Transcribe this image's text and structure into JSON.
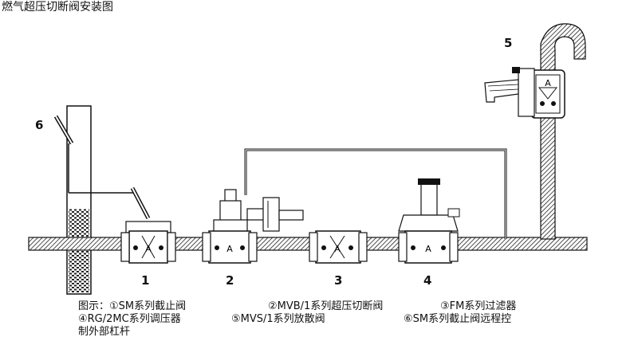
{
  "title": "燃气超压切断阀安装图",
  "labels": {
    "n1": "1",
    "n2": "2",
    "n3": "3",
    "n4": "4",
    "n5": "5",
    "n6": "6",
    "valve_letter": "A"
  },
  "legend": {
    "line1a": "图示：①SM系列截止阀",
    "line1b": "②MVB/1系列超压切断阀",
    "line1c": "③FM系列过滤器",
    "line2a": "④RG/2MC系列调压器",
    "line2b": "⑤MVS/1系列放散阀",
    "line2c": "⑥SM系列截止阀远程控",
    "line3": "制外部杠杆"
  }
}
